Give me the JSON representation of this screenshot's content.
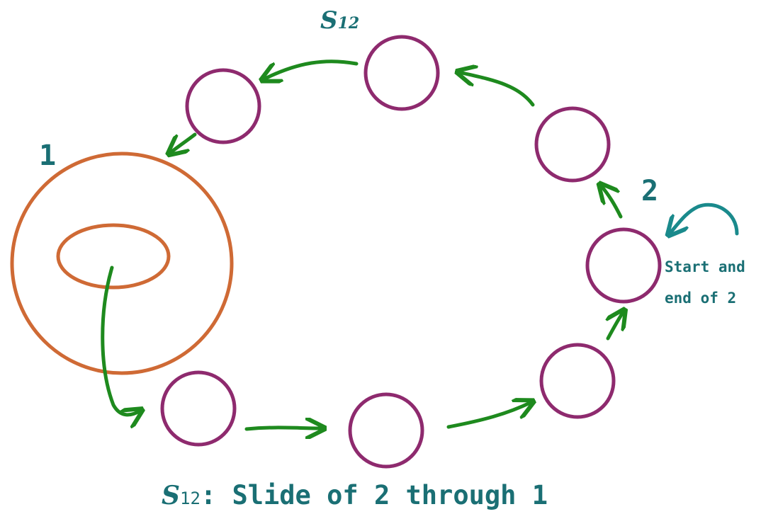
{
  "labels": {
    "top_symbol": "S",
    "top_subscript": "12",
    "region_1": "1",
    "region_2": "2",
    "start_line1": "Start and",
    "start_line2": "end of 2",
    "caption_symbol": "S",
    "caption_subscript": "12",
    "caption_text": ": Slide of 2 through 1"
  },
  "colors": {
    "circle_purple": "#8e2a6e",
    "orange": "#cf6a35",
    "arrow_green": "#1e8a1e",
    "teal": "#1a8a8c"
  }
}
